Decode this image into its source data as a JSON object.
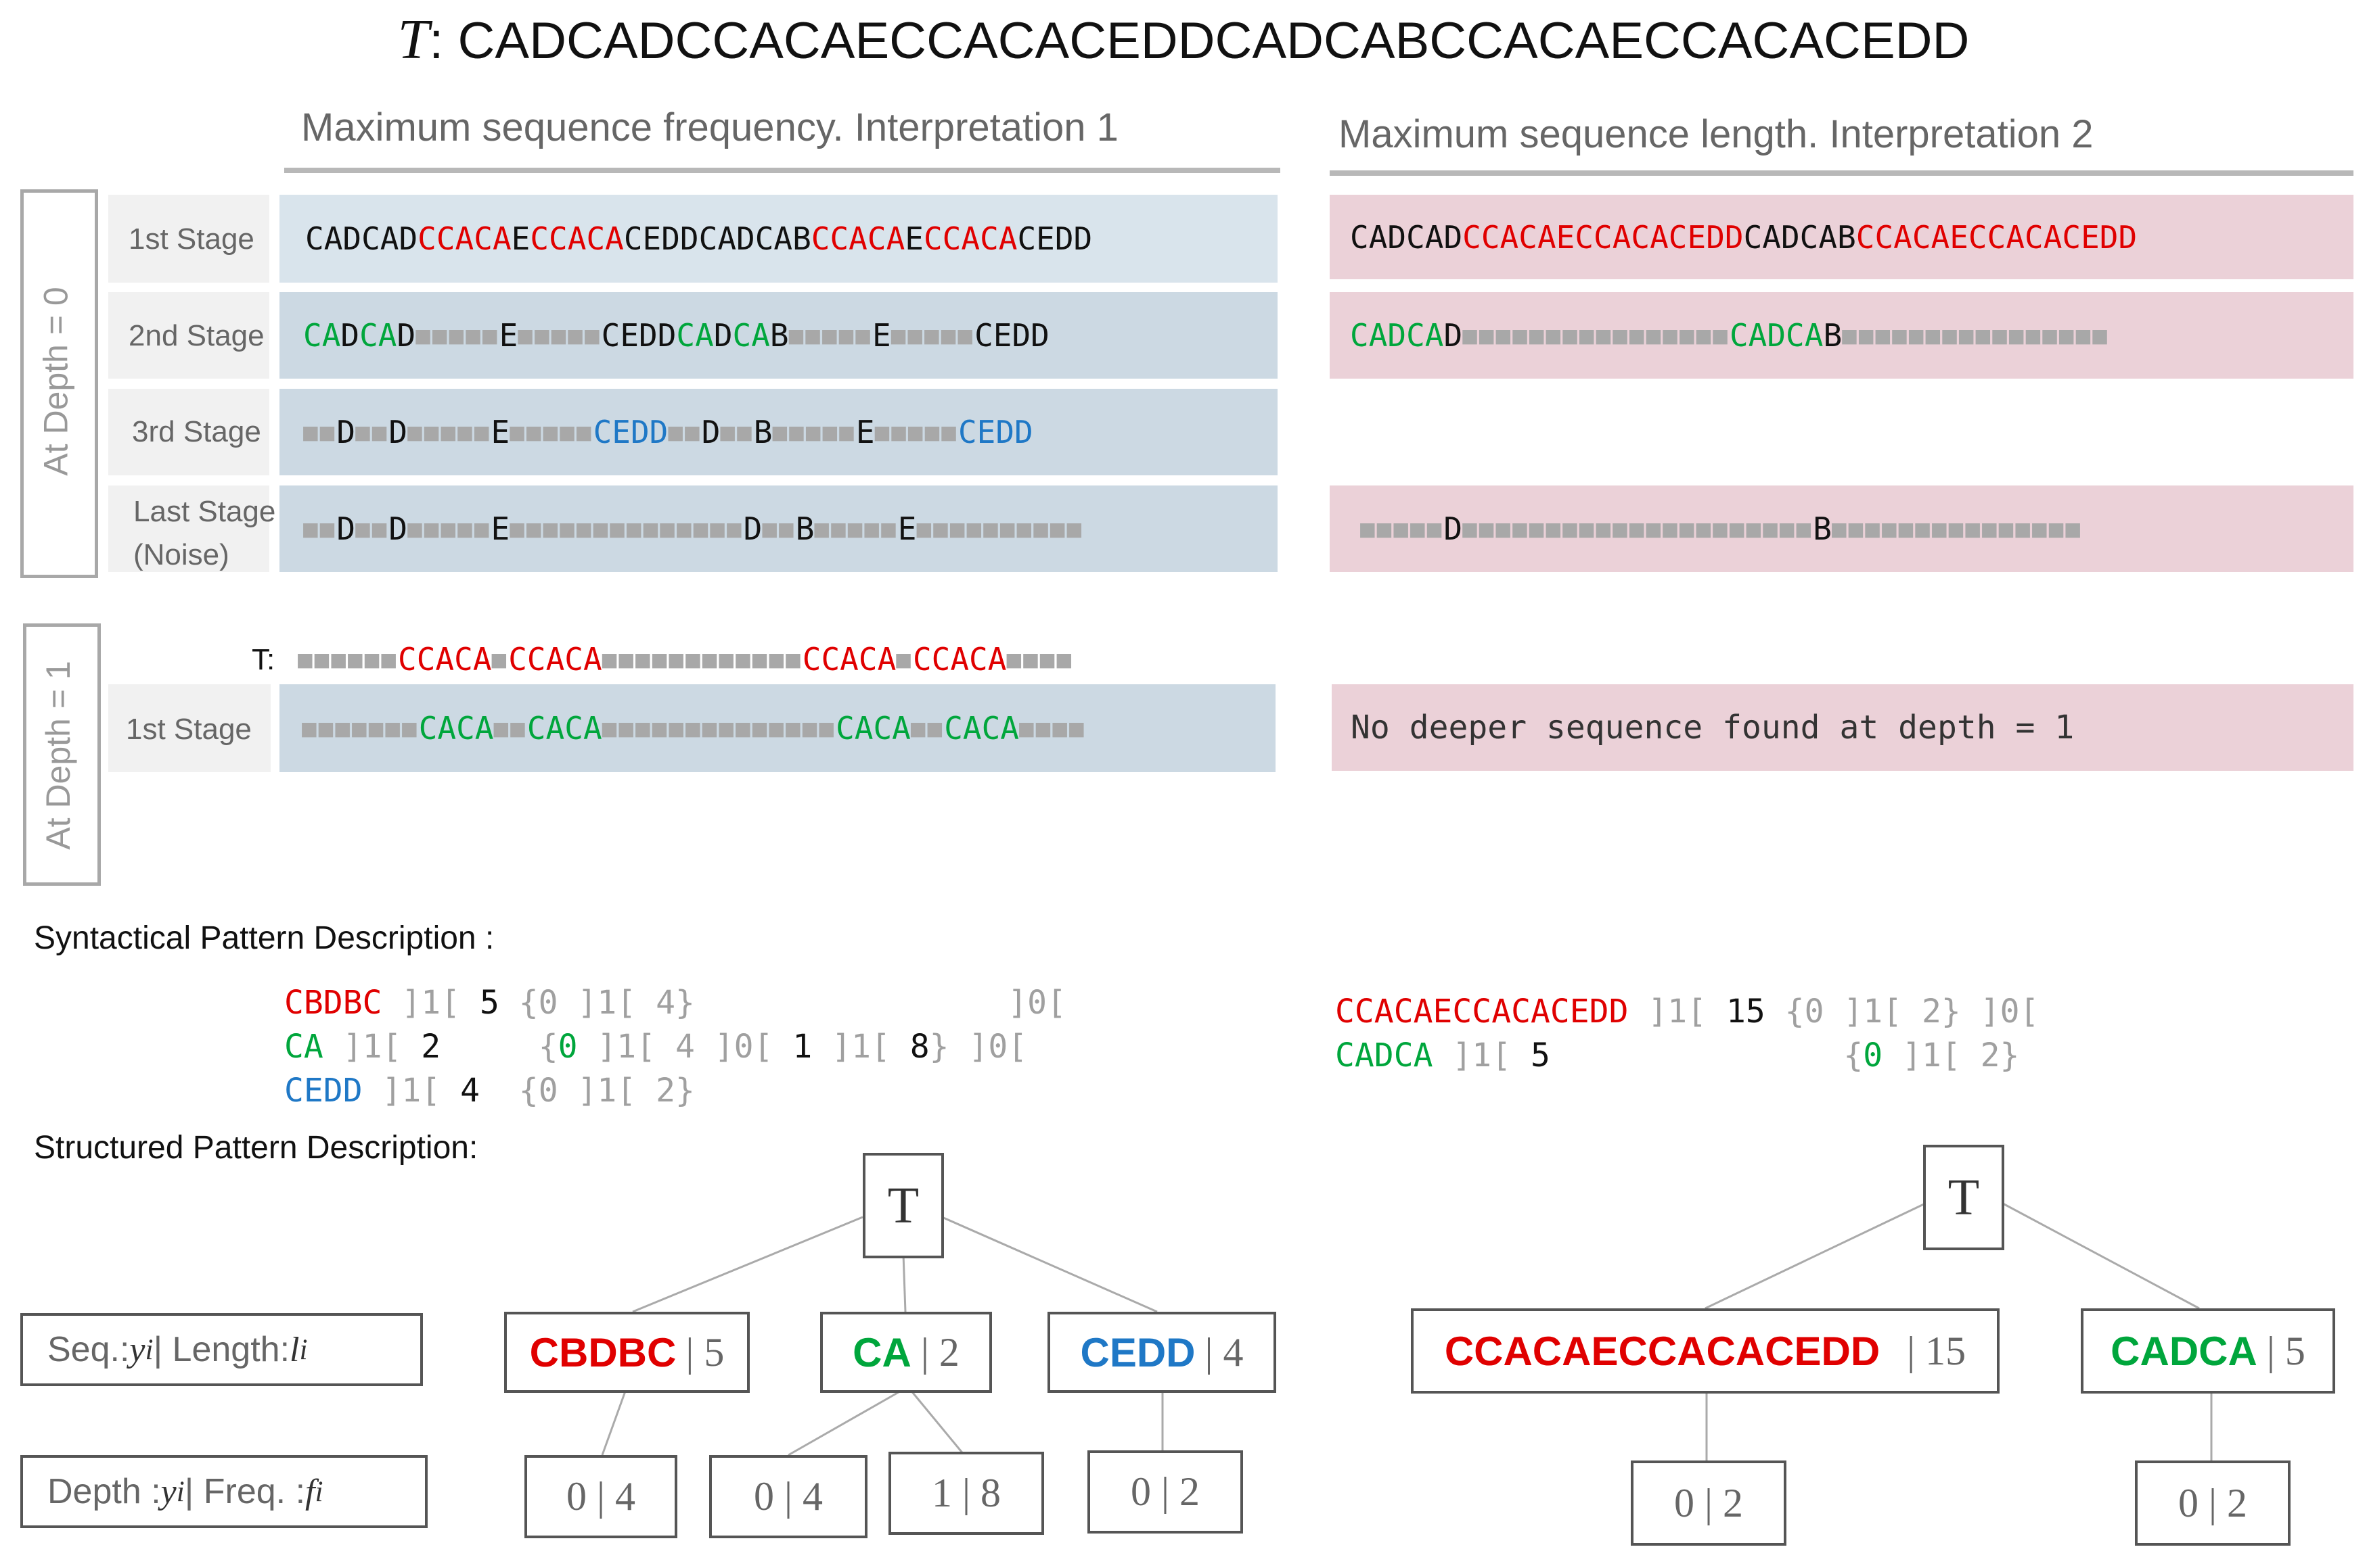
{
  "title": {
    "symbol": "T",
    "text": ": CADCADCCACAECCACACEDDCADCABCCACAECCACACEDD"
  },
  "headers": {
    "left": "Maximum sequence frequency. Interpretation 1",
    "right": "Maximum sequence length. Interpretation 2"
  },
  "depth_labels": {
    "d0": "At Depth = 0",
    "d1": "At Depth = 1"
  },
  "stages": {
    "s1": "1st Stage",
    "s2": "2nd Stage",
    "s3": "3rd Stage",
    "s4_line1": "Last Stage",
    "s4_line2": "(Noise)",
    "d1s1": "1st Stage",
    "t_label": "T:"
  },
  "interp1_rows": {
    "r1": [
      {
        "t": "CADCAD",
        "c": "black"
      },
      {
        "t": "CCACA",
        "c": "red"
      },
      {
        "t": "E",
        "c": "black"
      },
      {
        "t": "CCACA",
        "c": "red"
      },
      {
        "t": "CEDDCADCAB",
        "c": "black"
      },
      {
        "t": "CCACA",
        "c": "red"
      },
      {
        "t": "E",
        "c": "black"
      },
      {
        "t": "CCACA",
        "c": "red"
      },
      {
        "t": "CEDD",
        "c": "black"
      }
    ],
    "r2": [
      {
        "t": "CA",
        "c": "green"
      },
      {
        "t": "D",
        "c": "black"
      },
      {
        "t": "CA",
        "c": "green"
      },
      {
        "t": "D",
        "c": "black"
      },
      {
        "gap": 5
      },
      {
        "t": "E",
        "c": "black"
      },
      {
        "gap": 5
      },
      {
        "t": "CEDD",
        "c": "black"
      },
      {
        "t": "CA",
        "c": "green"
      },
      {
        "t": "D",
        "c": "black"
      },
      {
        "t": "CA",
        "c": "green"
      },
      {
        "t": "B",
        "c": "black"
      },
      {
        "gap": 5
      },
      {
        "t": "E",
        "c": "black"
      },
      {
        "gap": 5
      },
      {
        "t": "CEDD",
        "c": "black"
      }
    ],
    "r3": [
      {
        "gap": 2
      },
      {
        "t": "D",
        "c": "black"
      },
      {
        "gap": 2
      },
      {
        "t": "D",
        "c": "black"
      },
      {
        "gap": 5
      },
      {
        "t": "E",
        "c": "black"
      },
      {
        "gap": 5
      },
      {
        "t": "CEDD",
        "c": "blue"
      },
      {
        "gap": 2
      },
      {
        "t": "D",
        "c": "black"
      },
      {
        "gap": 2
      },
      {
        "t": "B",
        "c": "black"
      },
      {
        "gap": 5
      },
      {
        "t": "E",
        "c": "black"
      },
      {
        "gap": 5
      },
      {
        "t": "CEDD",
        "c": "blue"
      }
    ],
    "r4": [
      {
        "gap": 2
      },
      {
        "t": "D",
        "c": "black"
      },
      {
        "gap": 2
      },
      {
        "t": "D",
        "c": "black"
      },
      {
        "gap": 5
      },
      {
        "t": "E",
        "c": "black"
      },
      {
        "gap": 14
      },
      {
        "t": "D",
        "c": "black"
      },
      {
        "gap": 2
      },
      {
        "t": "B",
        "c": "black"
      },
      {
        "gap": 5
      },
      {
        "t": "E",
        "c": "black"
      },
      {
        "gap": 10
      }
    ],
    "d1_t": [
      {
        "gap": 6
      },
      {
        "t": "CCACA",
        "c": "red"
      },
      {
        "gap": 1
      },
      {
        "t": "CCACA",
        "c": "red"
      },
      {
        "gap": 12
      },
      {
        "t": "CCACA",
        "c": "red"
      },
      {
        "gap": 1
      },
      {
        "t": "CCACA",
        "c": "red"
      },
      {
        "gap": 4
      }
    ],
    "d1_r1": [
      {
        "gap": 7
      },
      {
        "t": "CACA",
        "c": "green"
      },
      {
        "gap": 2
      },
      {
        "t": "CACA",
        "c": "green"
      },
      {
        "gap": 14
      },
      {
        "t": "CACA",
        "c": "green"
      },
      {
        "gap": 2
      },
      {
        "t": "CACA",
        "c": "green"
      },
      {
        "gap": 4
      }
    ]
  },
  "interp2_rows": {
    "r1": [
      {
        "t": "CADCAD",
        "c": "black"
      },
      {
        "t": "CCACAECCACACEDD",
        "c": "red"
      },
      {
        "t": "CADCAB",
        "c": "black"
      },
      {
        "t": "CCACAECCACACEDD",
        "c": "red"
      }
    ],
    "r2": [
      {
        "t": "CADCA",
        "c": "green"
      },
      {
        "t": "D",
        "c": "black"
      },
      {
        "gap": 16
      },
      {
        "t": "CADCA",
        "c": "green"
      },
      {
        "t": "B",
        "c": "black"
      },
      {
        "gap": 16
      }
    ],
    "r4": [
      {
        "gap": 5
      },
      {
        "t": "D",
        "c": "black"
      },
      {
        "gap": 21
      },
      {
        "t": "B",
        "c": "black"
      },
      {
        "gap": 15
      }
    ],
    "d1_msg": "No deeper sequence found at depth = 1"
  },
  "sections": {
    "syntactical": "Syntactical Pattern Description :",
    "structured": "Structured Pattern Description:"
  },
  "syntax_left": [
    [
      {
        "t": "CBDBC ",
        "c": "red"
      },
      {
        "t": "]1[ ",
        "c": "grey"
      },
      {
        "t": "5 ",
        "c": "black"
      },
      {
        "t": "{0 ",
        "c": "grey"
      },
      {
        "t": "]1[ ",
        "c": "grey"
      },
      {
        "t": "4}",
        "c": "grey"
      },
      {
        "t": "                ]0[",
        "c": "grey"
      }
    ],
    [
      {
        "t": "CA ",
        "c": "green"
      },
      {
        "t": "]1[ ",
        "c": "grey"
      },
      {
        "t": "2     ",
        "c": "black"
      },
      {
        "t": "{",
        "c": "grey"
      },
      {
        "t": "0 ",
        "c": "green"
      },
      {
        "t": "]1[ ",
        "c": "grey"
      },
      {
        "t": "4 ",
        "c": "grey"
      },
      {
        "t": "]0[ ",
        "c": "grey"
      },
      {
        "t": "1 ",
        "c": "black"
      },
      {
        "t": "]1[ ",
        "c": "grey"
      },
      {
        "t": "8",
        "c": "black"
      },
      {
        "t": "} ]0[",
        "c": "grey"
      }
    ],
    [
      {
        "t": "CEDD ",
        "c": "blue"
      },
      {
        "t": "]1[ ",
        "c": "grey"
      },
      {
        "t": "4  ",
        "c": "black"
      },
      {
        "t": "{0 ",
        "c": "grey"
      },
      {
        "t": "]1[ ",
        "c": "grey"
      },
      {
        "t": "2}",
        "c": "grey"
      }
    ]
  ],
  "syntax_right": [
    [
      {
        "t": "CCACAECCACACEDD ",
        "c": "red"
      },
      {
        "t": "]1[ ",
        "c": "grey"
      },
      {
        "t": "15 ",
        "c": "black"
      },
      {
        "t": "{0 ",
        "c": "grey"
      },
      {
        "t": "]1[ ",
        "c": "grey"
      },
      {
        "t": "2} ",
        "c": "grey"
      },
      {
        "t": "]0[",
        "c": "grey"
      }
    ],
    [
      {
        "t": "CADCA ",
        "c": "green"
      },
      {
        "t": "]1[ ",
        "c": "grey"
      },
      {
        "t": "5               ",
        "c": "black"
      },
      {
        "t": "{",
        "c": "grey"
      },
      {
        "t": "0 ",
        "c": "green"
      },
      {
        "t": "]1[ ",
        "c": "grey"
      },
      {
        "t": "2}",
        "c": "grey"
      }
    ]
  ],
  "legend": {
    "seq_prefix": "Seq.:  ",
    "seq_var": "y",
    "seq_sub": "i",
    "seq_mid": " | Length: ",
    "len_var": "l",
    "len_sub": "i",
    "depth_prefix": "Depth :  ",
    "depth_var": "y",
    "depth_sub": "i",
    "depth_mid": " | Freq. : ",
    "freq_var": "f",
    "freq_sub": "i"
  },
  "tree_left": {
    "root": "T",
    "nodes": [
      {
        "seq": "CBDBC",
        "len": "| 5",
        "color": "red",
        "children": [
          "0 | 4"
        ]
      },
      {
        "seq": "CA",
        "len": "| 2",
        "color": "green",
        "children": [
          "0 | 4",
          "1 | 8"
        ]
      },
      {
        "seq": "CEDD",
        "len": "| 4",
        "color": "blue",
        "children": [
          "0 | 2"
        ]
      }
    ]
  },
  "tree_right": {
    "root": "T",
    "nodes": [
      {
        "seq": "CCACAECCACACEDD",
        "len": "  | 15",
        "color": "red",
        "children": [
          "0 | 2"
        ]
      },
      {
        "seq": "CADCA",
        "len": "| 5",
        "color": "green",
        "children": [
          "0 | 2"
        ]
      }
    ]
  },
  "colors": {
    "red": "#e00000",
    "green": "#00a63c",
    "blue": "#1f78c6",
    "grey": "#a0a0a0",
    "blue_row": "#ccd9e3",
    "pink_row": "#ebd1d8"
  }
}
